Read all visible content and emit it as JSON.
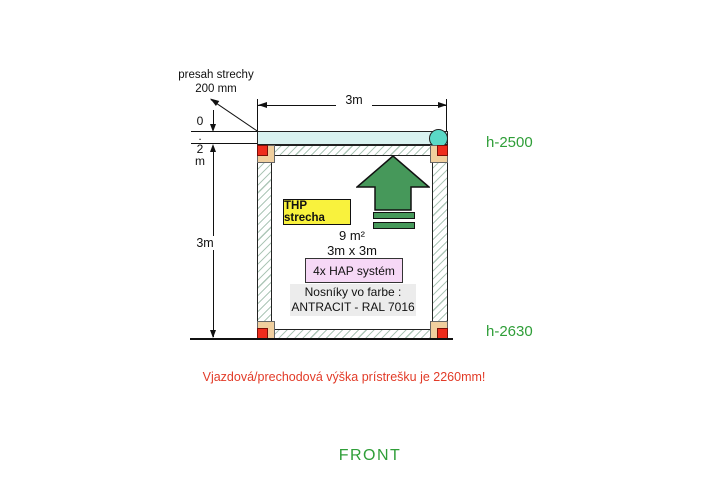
{
  "colors": {
    "label_green": "#2f9e38",
    "warning_red": "#e23b28",
    "arrow_green": "#46985a",
    "roof_cyan": "#d9f2f0",
    "circle_teal": "#5ad9c6",
    "post_tan": "#f0cf9e",
    "post_red": "#ee2c1c",
    "box_yellow": "#f9f23d",
    "box_pink": "#f6d8f6",
    "box_gray": "#ececec",
    "hatch": "#aec7b8"
  },
  "overhang": {
    "line1": "presah strechy",
    "line2": "200 mm"
  },
  "dimensions": {
    "top_width": "3m",
    "left_height": "3m",
    "roof_thickness_chars": [
      "0",
      ".",
      "2",
      "m"
    ]
  },
  "heights": {
    "top": "h-2500",
    "bottom": "h-2630"
  },
  "structure": {
    "roof_box_label": "THP strecha",
    "area": "9 m²",
    "footprint": "3m x 3m",
    "hap_label": "4x HAP systém",
    "beams_line1": "Nosníky vo farbe :",
    "beams_line2": "ANTRACIT - RAL 7016"
  },
  "notes": {
    "clearance": "Vjazdová/prechodová výška prístrešku je 2260mm!",
    "view": "FRONT"
  }
}
